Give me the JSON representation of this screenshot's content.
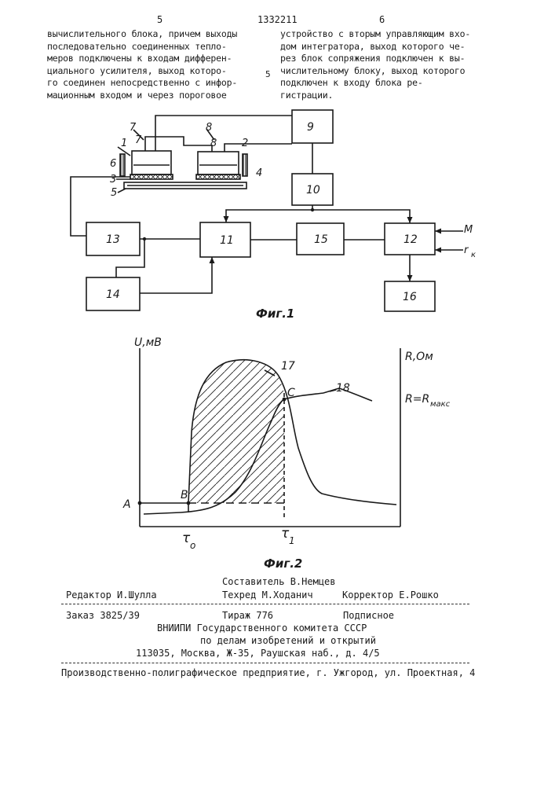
{
  "header": {
    "page_left": "5",
    "patent_number": "1332211",
    "page_right": "6",
    "line_marker": "5"
  },
  "text": {
    "left_lines": [
      "вычислительного блока, причем выходы",
      "последовательно соединенных тепло-",
      "меров подключены к входам дифферен-",
      "циального  усилителя, выход которо-",
      "го соединен непосредственно с инфор-",
      "мационным входом и через пороговое"
    ],
    "right_lines": [
      "устройство с вторым управляющим вхо-",
      "дом интегратора, выход которого че-",
      "рез блок сопряжения подключен к вы-",
      "числительному блоку, выход которого",
      "подключен  к  входу  блока  ре-",
      "гистрации."
    ]
  },
  "figure1": {
    "caption": "Фиг.1",
    "blocks": [
      "9",
      "10",
      "11",
      "12",
      "13",
      "14",
      "15",
      "16"
    ],
    "part_labels": [
      "1",
      "2",
      "3",
      "4",
      "5",
      "6",
      "7",
      "7",
      "8",
      "8"
    ],
    "inputs": [
      "М",
      "r",
      "к"
    ]
  },
  "figure2": {
    "caption": "Фиг.2",
    "y_axis_left": "U,мВ",
    "y_axis_right": "R,Ом",
    "r_max_label": "R=R",
    "r_max_sub": "макс",
    "curve_labels": [
      "17",
      "18"
    ],
    "points": [
      "A",
      "B",
      "C"
    ],
    "x_labels": [
      "τ",
      "o",
      "τ",
      "1"
    ]
  },
  "colophon": {
    "compiler": "Составитель В.Немцев",
    "editor": "Редактор И.Шулла",
    "techred": "Техред М.Ходанич",
    "corrector": "Корректор Е.Рошко",
    "order": "Заказ 3825/39",
    "circulation": "Тираж 776",
    "subscription": "Подписное",
    "org1": "ВНИИПИ Государственного комитета СССР",
    "org2": "по делам изобретений и открытий",
    "address": "113035, Москва, Ж-35, Раушская наб., д. 4/5",
    "printer": "Производственно-полиграфическое предприятие, г. Ужгород, ул. Проектная, 4"
  }
}
